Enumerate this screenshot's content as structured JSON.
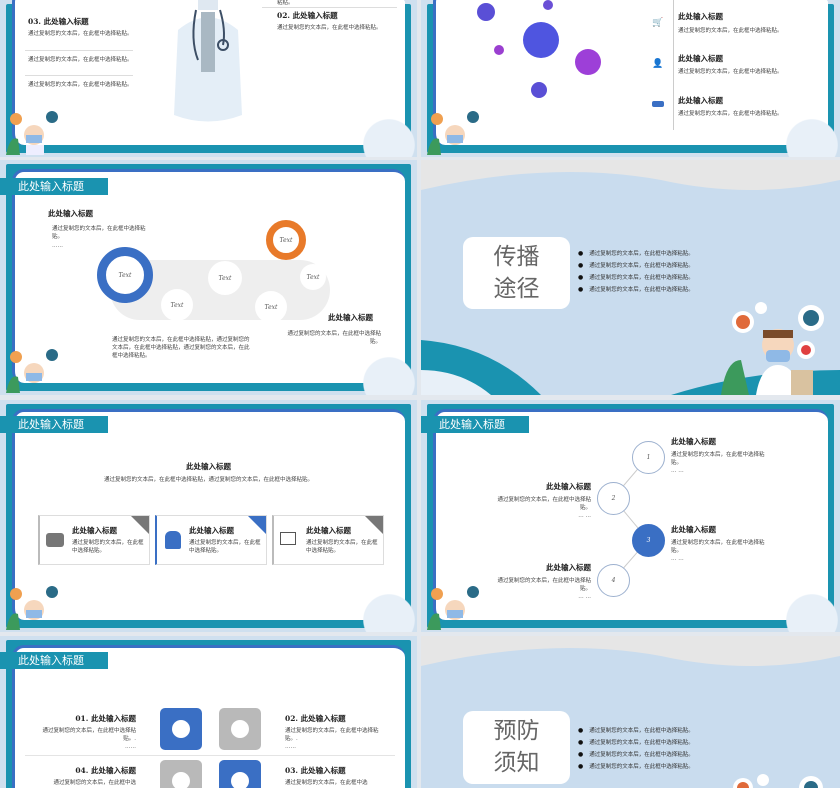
{
  "colors": {
    "teal": "#1a93b0",
    "blue": "#3a6fc4",
    "orange": "#e87a2a",
    "light_bg": "#cfe0ef"
  },
  "slide1": {
    "left_title": "03. 此处输入标题",
    "left_items": [
      "通过复制您的文本后，在此框中选择粘贴。",
      "通过复制您的文本后，在此框中选择粘贴。",
      "通过复制您的文本后，在此框中选择粘贴。"
    ],
    "top_fragment": "粘贴。",
    "right_title": "02. 此处输入标题",
    "right_desc": "通过复制您的文本后，在此框中选择粘贴。"
  },
  "slide2": {
    "items": [
      {
        "icon": "cart-icon",
        "title": "此处输入标题",
        "desc": "通过复制您的文本后，在此框中选择粘贴。"
      },
      {
        "icon": "user-icon",
        "title": "此处输入标题",
        "desc": "通过复制您的文本后，在此框中选择粘贴。"
      },
      {
        "icon": "hand-icon",
        "title": "此处输入标题",
        "desc": "通过复制您的文本后，在此框中选择粘贴。"
      }
    ]
  },
  "slide3": {
    "tag": "此处输入标题",
    "left_title": "此处输入标题",
    "left_bullets": [
      "通过复制您的文本后，在此框中选择粘贴。",
      "……"
    ],
    "nodes": [
      "Text",
      "Text",
      "Text",
      "Text",
      "Text",
      "Text"
    ],
    "bottom_text": "通过复制您的文本后，在此框中选择粘贴，通过复制您的文本后，在此框中选择粘贴，通过复制您的文本后，在此框中选择粘贴。",
    "right_title": "此处输入标题",
    "right_bullet": "通过复制您的文本后，在此框中选择粘贴。"
  },
  "slide4": {
    "title_line1": "传播",
    "title_line2": "途径",
    "bullets": [
      "通过复制您的文本后，在此框中选择粘贴。",
      "通过复制您的文本后，在此框中选择粘贴。",
      "通过复制您的文本后，在此框中选择粘贴。",
      "通过复制您的文本后，在此框中选择粘贴。"
    ]
  },
  "slide5": {
    "tag": "此处输入标题",
    "center_title": "此处输入标题",
    "center_desc": "通过复制您的文本后，在此框中选择粘贴，通过复制您的文本后，在此框中选择粘贴。",
    "cards": [
      {
        "title": "此处输入标题",
        "desc": "通过复制您的文本后，在此框中选择粘贴。"
      },
      {
        "title": "此处输入标题",
        "desc": "通过复制您的文本后，在此框中选择粘贴。"
      },
      {
        "title": "此处输入标题",
        "desc": "通过复制您的文本后，在此框中选择粘贴。"
      }
    ]
  },
  "slide6": {
    "tag": "此处输入标题",
    "steps": [
      {
        "num": "1",
        "title": "此处输入标题",
        "desc": "通过复制您的文本后，在此框中选择粘贴。",
        "more": "… …"
      },
      {
        "num": "2",
        "title": "此处输入标题",
        "desc": "通过复制您的文本后，在此框中选择粘贴。",
        "more": "… …"
      },
      {
        "num": "3",
        "title": "此处输入标题",
        "desc": "通过复制您的文本后，在此框中选择粘贴。",
        "more": "… …"
      },
      {
        "num": "4",
        "title": "此处输入标题",
        "desc": "通过复制您的文本后，在此框中选择粘贴。",
        "more": "… …"
      }
    ]
  },
  "slide7": {
    "tag": "此处输入标题",
    "items": [
      {
        "title": "01. 此处输入标题",
        "desc": "通过复制您的文本后，在此框中选择粘贴。.",
        "more": "……"
      },
      {
        "title": "02. 此处输入标题",
        "desc": "通过复制您的文本后，在此框中选择粘贴。.",
        "more": "……"
      },
      {
        "title": "04. 此处输入标题",
        "desc": "通过复制您的文本后，在此框中选"
      },
      {
        "title": "03. 此处输入标题",
        "desc": "通过复制您的文本后，在此框中选"
      }
    ]
  },
  "slide8": {
    "title_line1": "预防",
    "title_line2": "须知",
    "bullets": [
      "通过复制您的文本后，在此框中选择粘贴。",
      "通过复制您的文本后，在此框中选择粘贴。",
      "通过复制您的文本后，在此框中选择粘贴。",
      "通过复制您的文本后，在此框中选择粘贴。"
    ]
  }
}
